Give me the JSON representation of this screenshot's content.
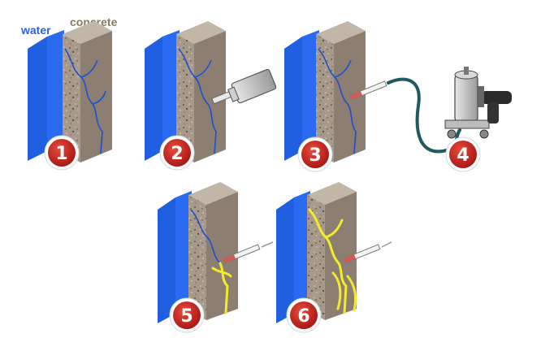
{
  "labels": {
    "water": "water",
    "concrete": "concrete"
  },
  "steps": [
    "1",
    "2",
    "3",
    "4",
    "5",
    "6"
  ],
  "colors": {
    "water": "#1f5fe0",
    "water_label": "#2b5fe6",
    "concrete_label": "#8a7a60",
    "concrete_front": "#a89a8a",
    "concrete_side": "#8c7f72",
    "concrete_top": "#c2b6a8",
    "crack": "#1b4fd6",
    "grout": "#f2ea2a",
    "badge": "#c81e1e",
    "hose": "#1f5a63"
  }
}
